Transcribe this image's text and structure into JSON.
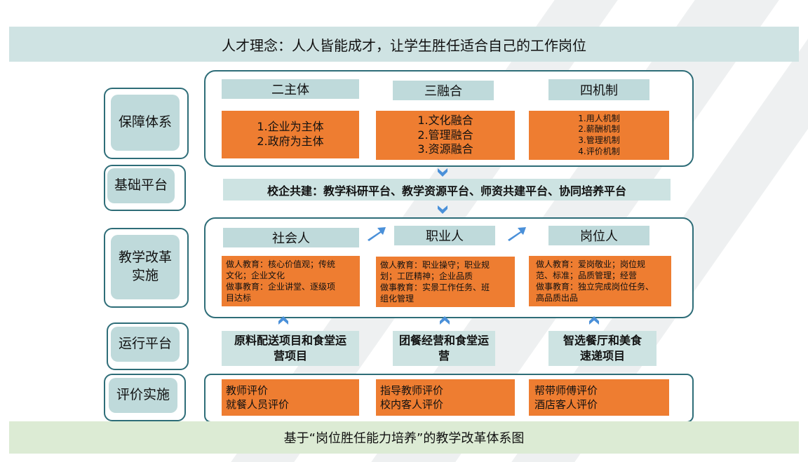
{
  "top_banner": "人才理念：人人皆能成才，让学生胜任适合自己的工作岗位",
  "bottom_caption": "基于“岗位胜任能力培养”的教学改革体系图",
  "labels": {
    "guarantee": "保障体系",
    "foundation": "基础平台",
    "reform_l1": "教学改革",
    "reform_l2": "实施",
    "operation": "运行平台",
    "evaluation": "评价实施"
  },
  "guarantee": {
    "headers": [
      "二主体",
      "三融合",
      "四机制"
    ],
    "col1": [
      "1.企业为主体",
      "2.政府为主体"
    ],
    "col2": [
      "1.文化融合",
      "2.管理融合",
      "3.资源融合"
    ],
    "col3": [
      "1.用人机制",
      "2.薪酬机制",
      "3.管理机制",
      "4.评价机制"
    ]
  },
  "foundation_platform": "校企共建：教学科研平台、教学资源平台、师资共建平台、协同培养平台",
  "reform": {
    "headers": [
      "社会人",
      "职业人",
      "岗位人"
    ],
    "col1": [
      "做人教育：核心价值观；传统",
      "文化；企业文化",
      "做事教育：企业讲堂、逐级项",
      "目达标"
    ],
    "col2": [
      "做人教育：职业操守；职业规",
      "划；工匠精神；企业品质",
      "做事教育：实景工作任务、班",
      "组化管理"
    ],
    "col3": [
      "做人教育：爱岗敬业；岗位规",
      "范、标准；品质管理；经营",
      "做事教育：独立完成岗位任务、",
      "高品质出品"
    ]
  },
  "operation": {
    "p1": [
      "原料配送项目和食堂运",
      "营项目"
    ],
    "p2": [
      "团餐经营和食堂运",
      "营"
    ],
    "p3": [
      "智选餐厅和美食",
      "速递项目"
    ]
  },
  "evaluation": {
    "col1": [
      "教师评价",
      "就餐人员评价"
    ],
    "col2": [
      "指导教师评价",
      "校内客人评价"
    ],
    "col3": [
      "帮带师傅评价",
      "酒店客人评价"
    ]
  },
  "colors": {
    "teal_label": "#bfdadb",
    "orange": "#ee7d31",
    "border": "#2e6d78",
    "arrow": "#4a90d9"
  }
}
